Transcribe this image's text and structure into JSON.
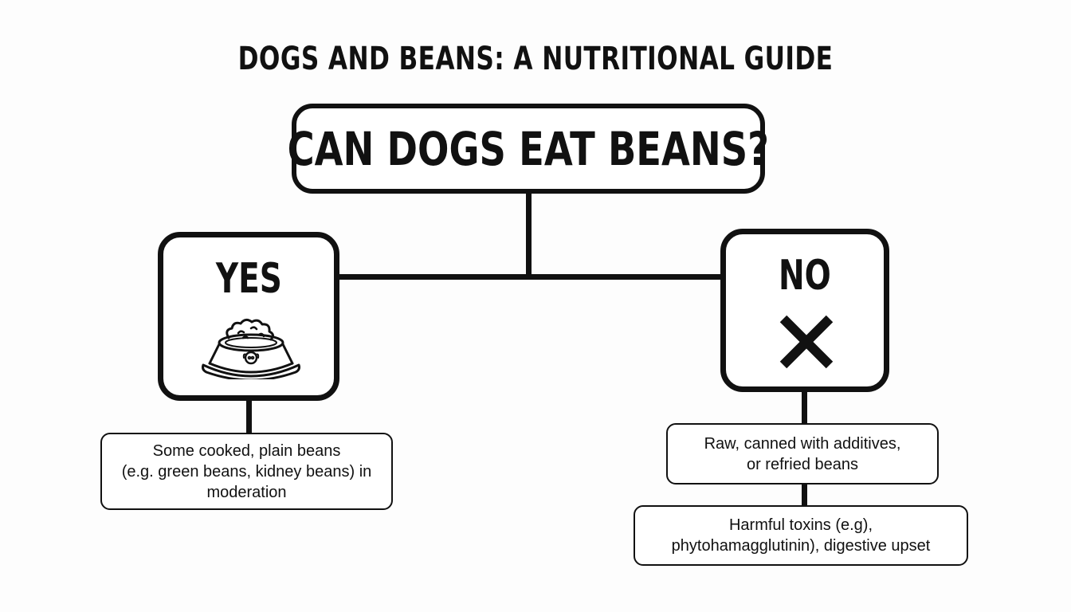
{
  "title": "DOGS AND BEANS: A NUTRITIONAL GUIDE",
  "question": "CAN DOGS EAT BEANS?",
  "yes": {
    "label": "YES",
    "icon": "dog-food-bowl-icon",
    "note_lines": [
      "Some cooked, plain beans",
      "(e.g. green beans, kidney beans) in",
      "moderation"
    ]
  },
  "no": {
    "label": "NO",
    "icon": "x-mark-icon",
    "note1_lines": [
      "Raw, canned with additives,",
      "or refried beans"
    ],
    "note2_lines": [
      "Harmful toxins (e.g),",
      "phytohamagglutinin), digestive upset"
    ]
  },
  "colors": {
    "ink": "#111111",
    "background": "#fdfdfd"
  }
}
